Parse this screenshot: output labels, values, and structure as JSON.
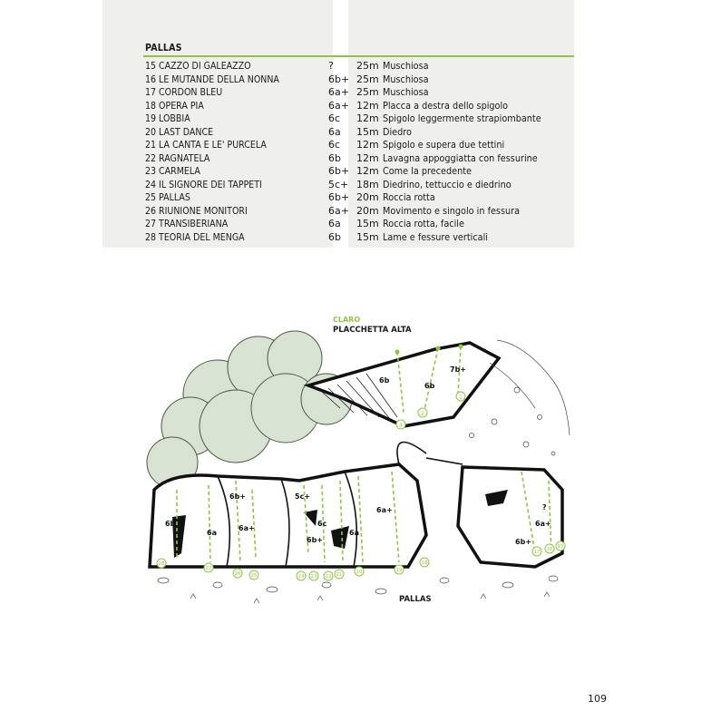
{
  "section": {
    "title": "PALLAS"
  },
  "routes": [
    {
      "name": "15 CAZZO DI GALEAZZO",
      "grade": "?",
      "length": "25m",
      "description": "Muschiosa"
    },
    {
      "name": "16 LE MUTANDE DELLA NONNA",
      "grade": "6b+",
      "length": "25m",
      "description": "Muschiosa"
    },
    {
      "name": "17 CORDON BLEU",
      "grade": "6a+",
      "length": "25m",
      "description": "Muschiosa"
    },
    {
      "name": "18 OPERA PIA",
      "grade": "6a+",
      "length": "12m",
      "description": "Placca a destra dello spigolo"
    },
    {
      "name": "19 LOBBIA",
      "grade": "6c",
      "length": "12m",
      "description": "Spigolo leggermente strapiombante"
    },
    {
      "name": "20 LAST DANCE",
      "grade": "6a",
      "length": "15m",
      "description": "Diedro"
    },
    {
      "name": "21 LA CANTA E LE' PURCELA",
      "grade": "6c",
      "length": "12m",
      "description": "Spigolo e supera due tettini"
    },
    {
      "name": "22 RAGNATELA",
      "grade": "6b",
      "length": "12m",
      "description": "Lavagna appoggiatta con fessurine"
    },
    {
      "name": "23 CARMELA",
      "grade": "6b+",
      "length": "12m",
      "description": "Come la precedente"
    },
    {
      "name": "24 IL SIGNORE DEI TAPPETI",
      "grade": "5c+",
      "length": "18m",
      "description": "Diedrino, tettuccio e diedrino"
    },
    {
      "name": "25 PALLAS",
      "grade": "6b+",
      "length": "20m",
      "description": "Roccia rotta"
    },
    {
      "name": "26 RIUNIONE MONITORI",
      "grade": "6a+",
      "length": "20m",
      "description": "Movimento e singolo in fessura"
    },
    {
      "name": "27 TRANSIBERIANA",
      "grade": "6a",
      "length": "15m",
      "description": "Roccia rotta, facile"
    },
    {
      "name": "28 TEORIA DEL MENGA",
      "grade": "6b",
      "length": "15m",
      "description": "Lame e fessure verticali"
    }
  ],
  "topo": {
    "label_top_green": "CLARO",
    "label_top": "PLACCHETTA ALTA",
    "label_bottom": "PALLAS",
    "upper_grades": [
      "6b",
      "6b",
      "7b+"
    ],
    "upper_numbers": [
      "1",
      "2",
      "3"
    ],
    "lower_grades": [
      "6b",
      "6a",
      "6b+",
      "6a+",
      "5c+",
      "6b+",
      "6c",
      "6a",
      "6a+",
      "6b+",
      "6a+",
      "?"
    ],
    "lower_numbers": [
      "28",
      "27",
      "26",
      "25",
      "24",
      "23",
      "22",
      "21",
      "20",
      "19",
      "18",
      "17",
      "16",
      "15"
    ],
    "accent_color": "#8dc63f",
    "foliage_color": "#d9e3d4"
  },
  "page": {
    "number": "109"
  }
}
